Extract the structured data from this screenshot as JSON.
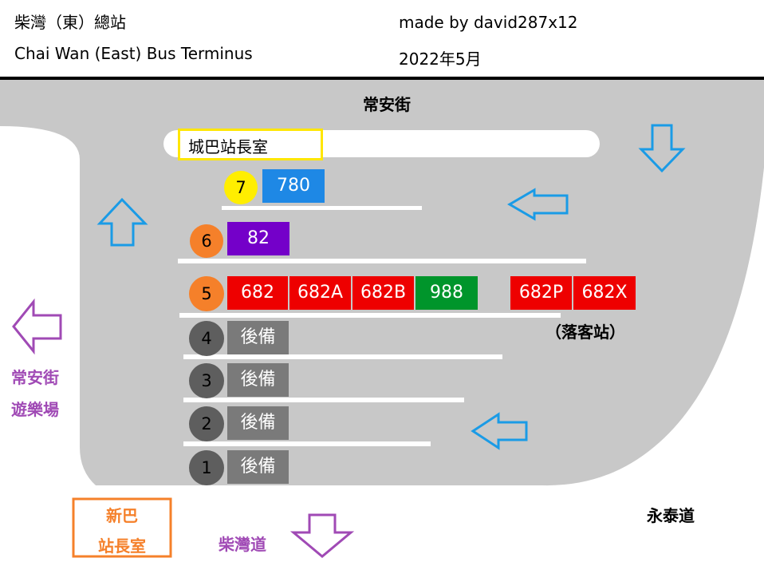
{
  "header": {
    "title_zh": "柴灣（東）總站",
    "title_en": "Chai Wan (East) Bus Terminus",
    "credit": "made by david287x12",
    "date": "2022年5月"
  },
  "streets": {
    "top": "常安街",
    "left_line1": "常安街",
    "left_line2": "遊樂場",
    "bottom": "柴灣道",
    "right": "永泰道"
  },
  "offices": {
    "citybus": "城巴站長室",
    "nwfb_line1": "新巴",
    "nwfb_line2": "站長室"
  },
  "bays": [
    {
      "number": "7",
      "color": "#ffee00",
      "routes": [
        {
          "route": "780",
          "color": "#1e88e5"
        }
      ]
    },
    {
      "number": "6",
      "color": "#f5802a",
      "routes": [
        {
          "route": "82",
          "color": "#7400c9"
        }
      ]
    },
    {
      "number": "5",
      "color": "#f5802a",
      "routes": [
        {
          "route": "682",
          "color": "#ee0000"
        },
        {
          "route": "682A",
          "color": "#ee0000"
        },
        {
          "route": "682B",
          "color": "#ee0000"
        },
        {
          "route": "988",
          "color": "#00952b"
        }
      ]
    },
    {
      "number": "4",
      "color": "#5e5e5e",
      "routes": [
        {
          "route": "後備",
          "color": "#7a7a7a"
        }
      ]
    },
    {
      "number": "3",
      "color": "#5e5e5e",
      "routes": [
        {
          "route": "後備",
          "color": "#7a7a7a"
        }
      ]
    },
    {
      "number": "2",
      "color": "#5e5e5e",
      "routes": [
        {
          "route": "後備",
          "color": "#7a7a7a"
        }
      ]
    },
    {
      "number": "1",
      "color": "#5e5e5e",
      "routes": [
        {
          "route": "後備",
          "color": "#7a7a7a"
        }
      ]
    }
  ],
  "alighting": {
    "routes": [
      {
        "route": "682P",
        "color": "#ee0000"
      },
      {
        "route": "682X",
        "color": "#ee0000"
      }
    ],
    "label": "（落客站）"
  },
  "colors": {
    "road": "#c8c8c8",
    "arrow_blue": "#1a9be6",
    "arrow_purple": "#a04ab5",
    "office_yellow": "#ffe600",
    "office_orange": "#f5802a"
  }
}
